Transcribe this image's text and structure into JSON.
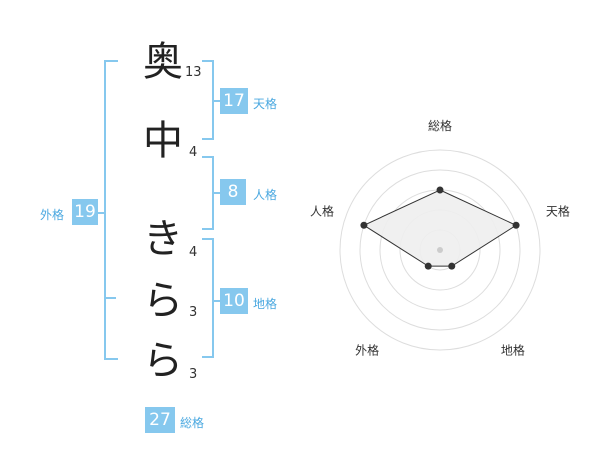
{
  "name_chars": [
    {
      "char": "奥",
      "strokes": "13"
    },
    {
      "char": "中",
      "strokes": "4"
    },
    {
      "char": "き",
      "strokes": "4"
    },
    {
      "char": "ら",
      "strokes": "3"
    },
    {
      "char": "ら",
      "strokes": "3"
    }
  ],
  "fortune": {
    "tenkaku": {
      "label": "天格",
      "value": "17"
    },
    "jinkaku": {
      "label": "人格",
      "value": "8"
    },
    "chikaku": {
      "label": "地格",
      "value": "10"
    },
    "gaikaku": {
      "label": "外格",
      "value": "19"
    },
    "soukaku": {
      "label": "総格",
      "value": "27"
    }
  },
  "chart_data": {
    "type": "radar",
    "axes": [
      "総格",
      "天格",
      "地格",
      "外格",
      "人格"
    ],
    "values": [
      3,
      4,
      1,
      1,
      4
    ],
    "rmax": 5,
    "colors": {
      "grid": "#dddddd",
      "fill": "#eeeeee",
      "line": "#333333",
      "point": "#333333",
      "center": "#cccccc"
    }
  }
}
